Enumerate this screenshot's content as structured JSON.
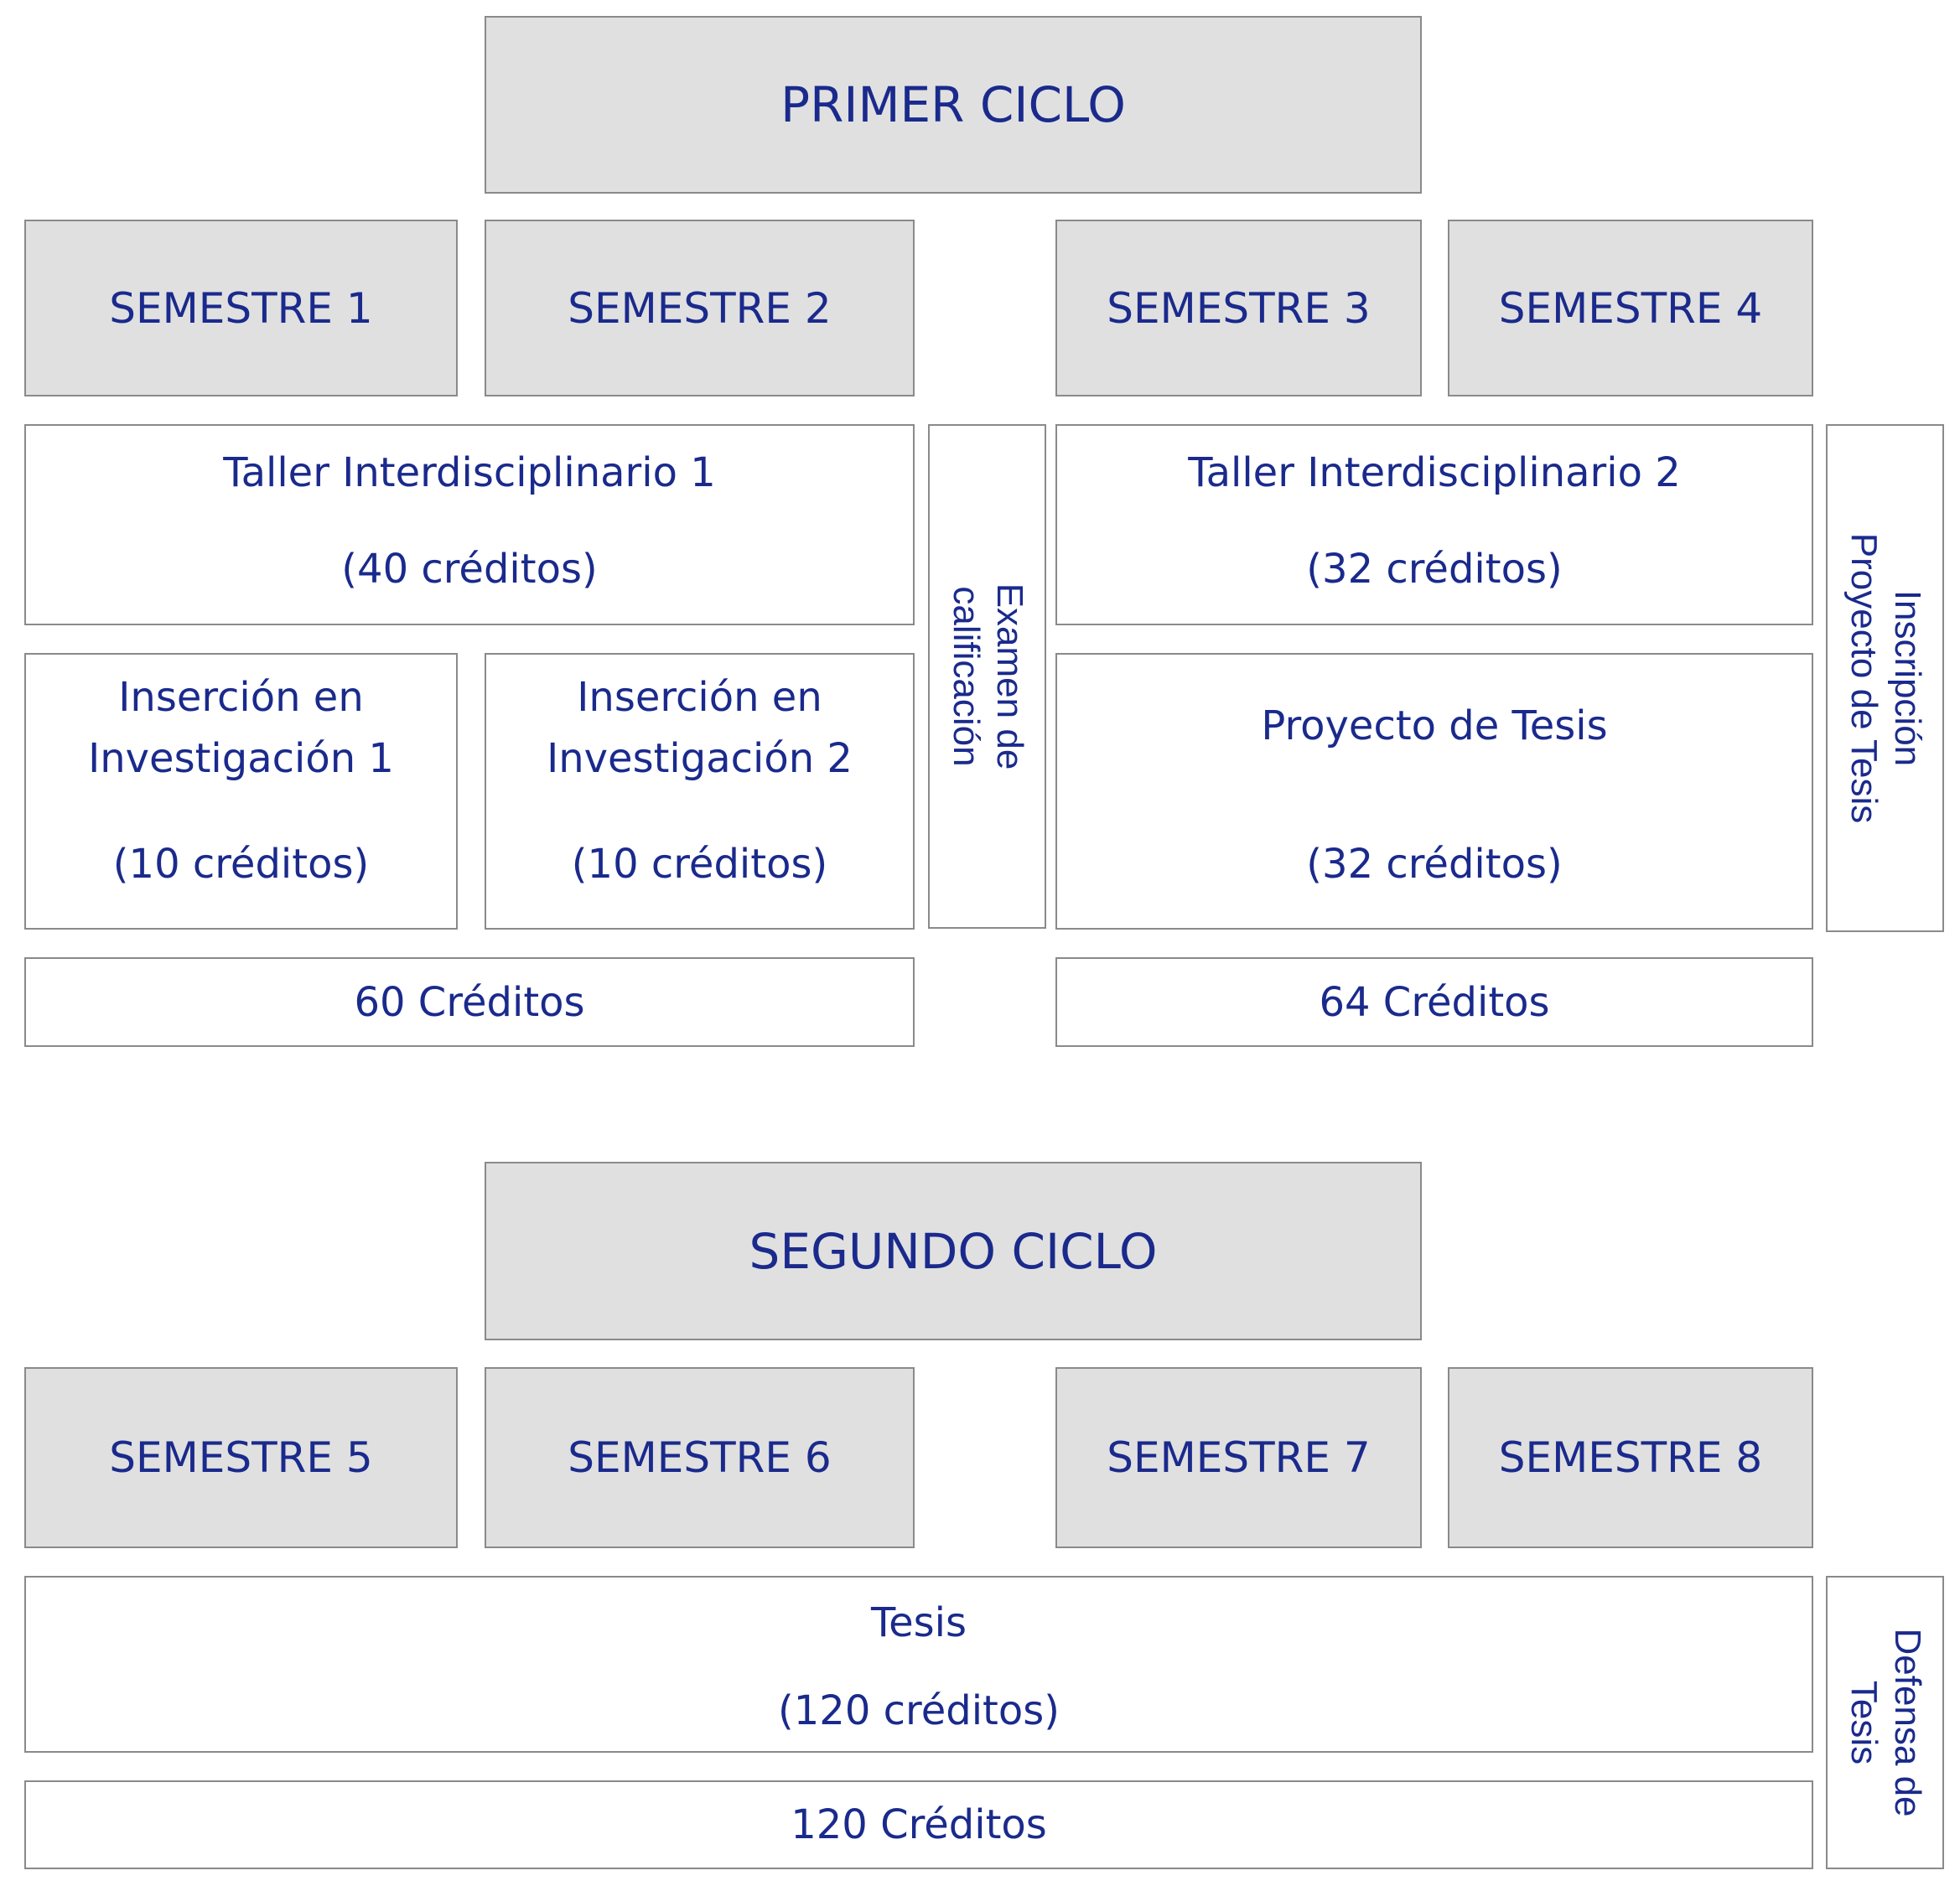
{
  "primer_ciclo": {
    "title": "PRIMER CICLO",
    "semesters": [
      "SEMESTRE 1",
      "SEMESTRE 2",
      "SEMESTRE 3",
      "SEMESTRE 4"
    ],
    "taller1": {
      "name": "Taller Interdisciplinario 1",
      "credits": "(40 créditos)"
    },
    "taller2": {
      "name": "Taller Interdisciplinario 2",
      "credits": "(32 créditos)"
    },
    "insercion1": {
      "line1": "Inserción en",
      "line2": "Investigación 1",
      "credits": "(10 créditos)"
    },
    "insercion2": {
      "line1": "Inserción en",
      "line2": "Investigación 2",
      "credits": "(10 créditos)"
    },
    "examen": {
      "line1": "Examen de",
      "line2": "calificación"
    },
    "proyecto": {
      "name": "Proyecto de Tesis",
      "credits": "(32 créditos)"
    },
    "inscripcion": {
      "line1": "Inscripción",
      "line2": "Proyecto de Tesis"
    },
    "total_left": "60 Créditos",
    "total_right": "64 Créditos"
  },
  "segundo_ciclo": {
    "title": "SEGUNDO CICLO",
    "semesters": [
      "SEMESTRE 5",
      "SEMESTRE 6",
      "SEMESTRE 7",
      "SEMESTRE 8"
    ],
    "tesis": {
      "name": "Tesis",
      "credits": "(120 créditos)"
    },
    "defensa": {
      "line1": "Defensa de",
      "line2": "Tesis"
    },
    "total": "120 Créditos"
  }
}
